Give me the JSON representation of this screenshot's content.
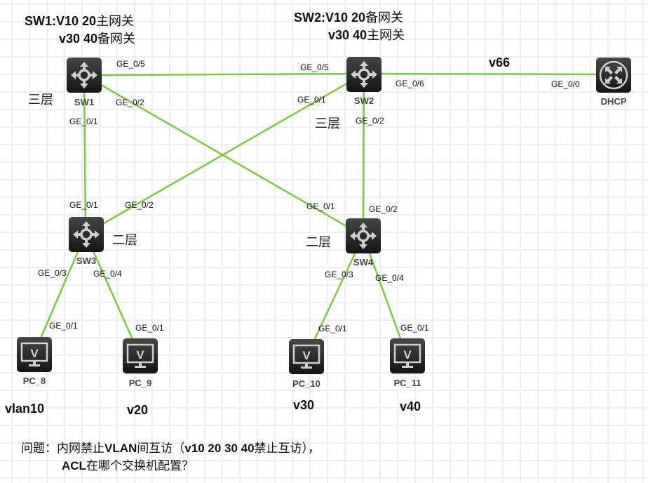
{
  "annotations": {
    "sw1_line1_a": "SW1:V10 20",
    "sw1_line1_b": "主网关",
    "sw1_line2_a": "v30 40",
    "sw1_line2_b": "备网关",
    "sw2_line1_a": "SW2:V10 20",
    "sw2_line1_b": "备网关",
    "sw2_line2_a": "v30 40",
    "sw2_line2_b": "主网关",
    "vlan_dhcp": "v66",
    "layer3": "三层",
    "layer2": "二层",
    "pc8_vlan": "vlan10",
    "pc9_vlan": "v20",
    "pc10_vlan": "v30",
    "pc11_vlan": "v40"
  },
  "devices": {
    "sw1": {
      "label": "SW1",
      "type": "l3-switch"
    },
    "sw2": {
      "label": "SW2",
      "type": "l3-switch"
    },
    "sw3": {
      "label": "SW3",
      "type": "l2-switch"
    },
    "sw4": {
      "label": "SW4",
      "type": "l2-switch"
    },
    "dhcp": {
      "label": "DHCP",
      "type": "router"
    },
    "pc8": {
      "label": "PC_8",
      "type": "pc"
    },
    "pc9": {
      "label": "PC_9",
      "type": "pc"
    },
    "pc10": {
      "label": "PC_10",
      "type": "pc"
    },
    "pc11": {
      "label": "PC_11",
      "type": "pc"
    }
  },
  "ports": {
    "sw1_ge05": "GE_0/5",
    "sw1_ge02": "GE_0/2",
    "sw1_ge01": "GE_0/1",
    "sw2_ge05": "GE_0/5",
    "sw2_ge01": "GE_0/1",
    "sw2_ge06": "GE_0/6",
    "sw2_ge02": "GE_0/2",
    "dhcp_ge00": "GE_0/0",
    "sw3_ge01": "GE_0/1",
    "sw3_ge02": "GE_0/2",
    "sw3_ge03": "GE_0/3",
    "sw3_ge04": "GE_0/4",
    "sw4_ge01": "GE_0/1",
    "sw4_ge02": "GE_0/2",
    "sw4_ge03": "GE_0/3",
    "sw4_ge04": "GE_0/4",
    "pc8_ge01": "GE_0/1",
    "pc9_ge01": "GE_0/1",
    "pc10_ge01": "GE_0/1",
    "pc11_ge01": "GE_0/1"
  },
  "links": [
    {
      "from": "SW1 GE_0/5",
      "to": "SW2 GE_0/5"
    },
    {
      "from": "SW1 GE_0/2",
      "to": "SW4 GE_0/1"
    },
    {
      "from": "SW1 GE_0/1",
      "to": "SW3 GE_0/1"
    },
    {
      "from": "SW2 GE_0/1",
      "to": "SW3 GE_0/2"
    },
    {
      "from": "SW2 GE_0/2",
      "to": "SW4 GE_0/2"
    },
    {
      "from": "SW2 GE_0/6",
      "to": "DHCP GE_0/0"
    },
    {
      "from": "SW3 GE_0/3",
      "to": "PC_8 GE_0/1"
    },
    {
      "from": "SW3 GE_0/4",
      "to": "PC_9 GE_0/1"
    },
    {
      "from": "SW4 GE_0/3",
      "to": "PC_10 GE_0/1"
    },
    {
      "from": "SW4 GE_0/4",
      "to": "PC_11 GE_0/1"
    }
  ],
  "question": {
    "prefix": "问题：",
    "p1": "内网禁止",
    "p2": "VLAN",
    "p3": "间互访（",
    "p4": "v10 20 30 40",
    "p5": "禁止互访），",
    "l2a": "ACL",
    "l2b": "在哪个交换机配置？"
  },
  "colors": {
    "link": "#7ac943",
    "device": "#2a2a2a",
    "grid": "#eeeeee"
  }
}
